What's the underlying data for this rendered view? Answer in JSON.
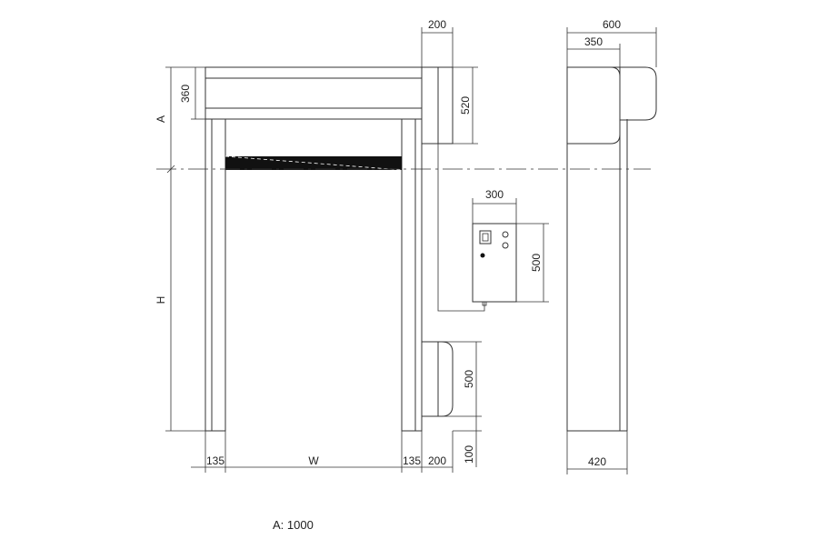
{
  "dimensions": {
    "front": {
      "box_width": "200",
      "box_height": "520",
      "top_cover": "360",
      "height_a": "A",
      "height_h": "H",
      "left_post": "135",
      "width_w": "W",
      "right_post": "135",
      "side_clearance": "200"
    },
    "control_box": {
      "width": "300",
      "height": "500"
    },
    "lower_unit": {
      "height": "500",
      "floor_gap": "100"
    },
    "side_view": {
      "overall_depth": "600",
      "head_depth": "350",
      "base_depth": "420"
    }
  },
  "note": "A: 1000",
  "colors": {
    "line": "#333333",
    "curtain": "#111111",
    "background": "#ffffff"
  }
}
